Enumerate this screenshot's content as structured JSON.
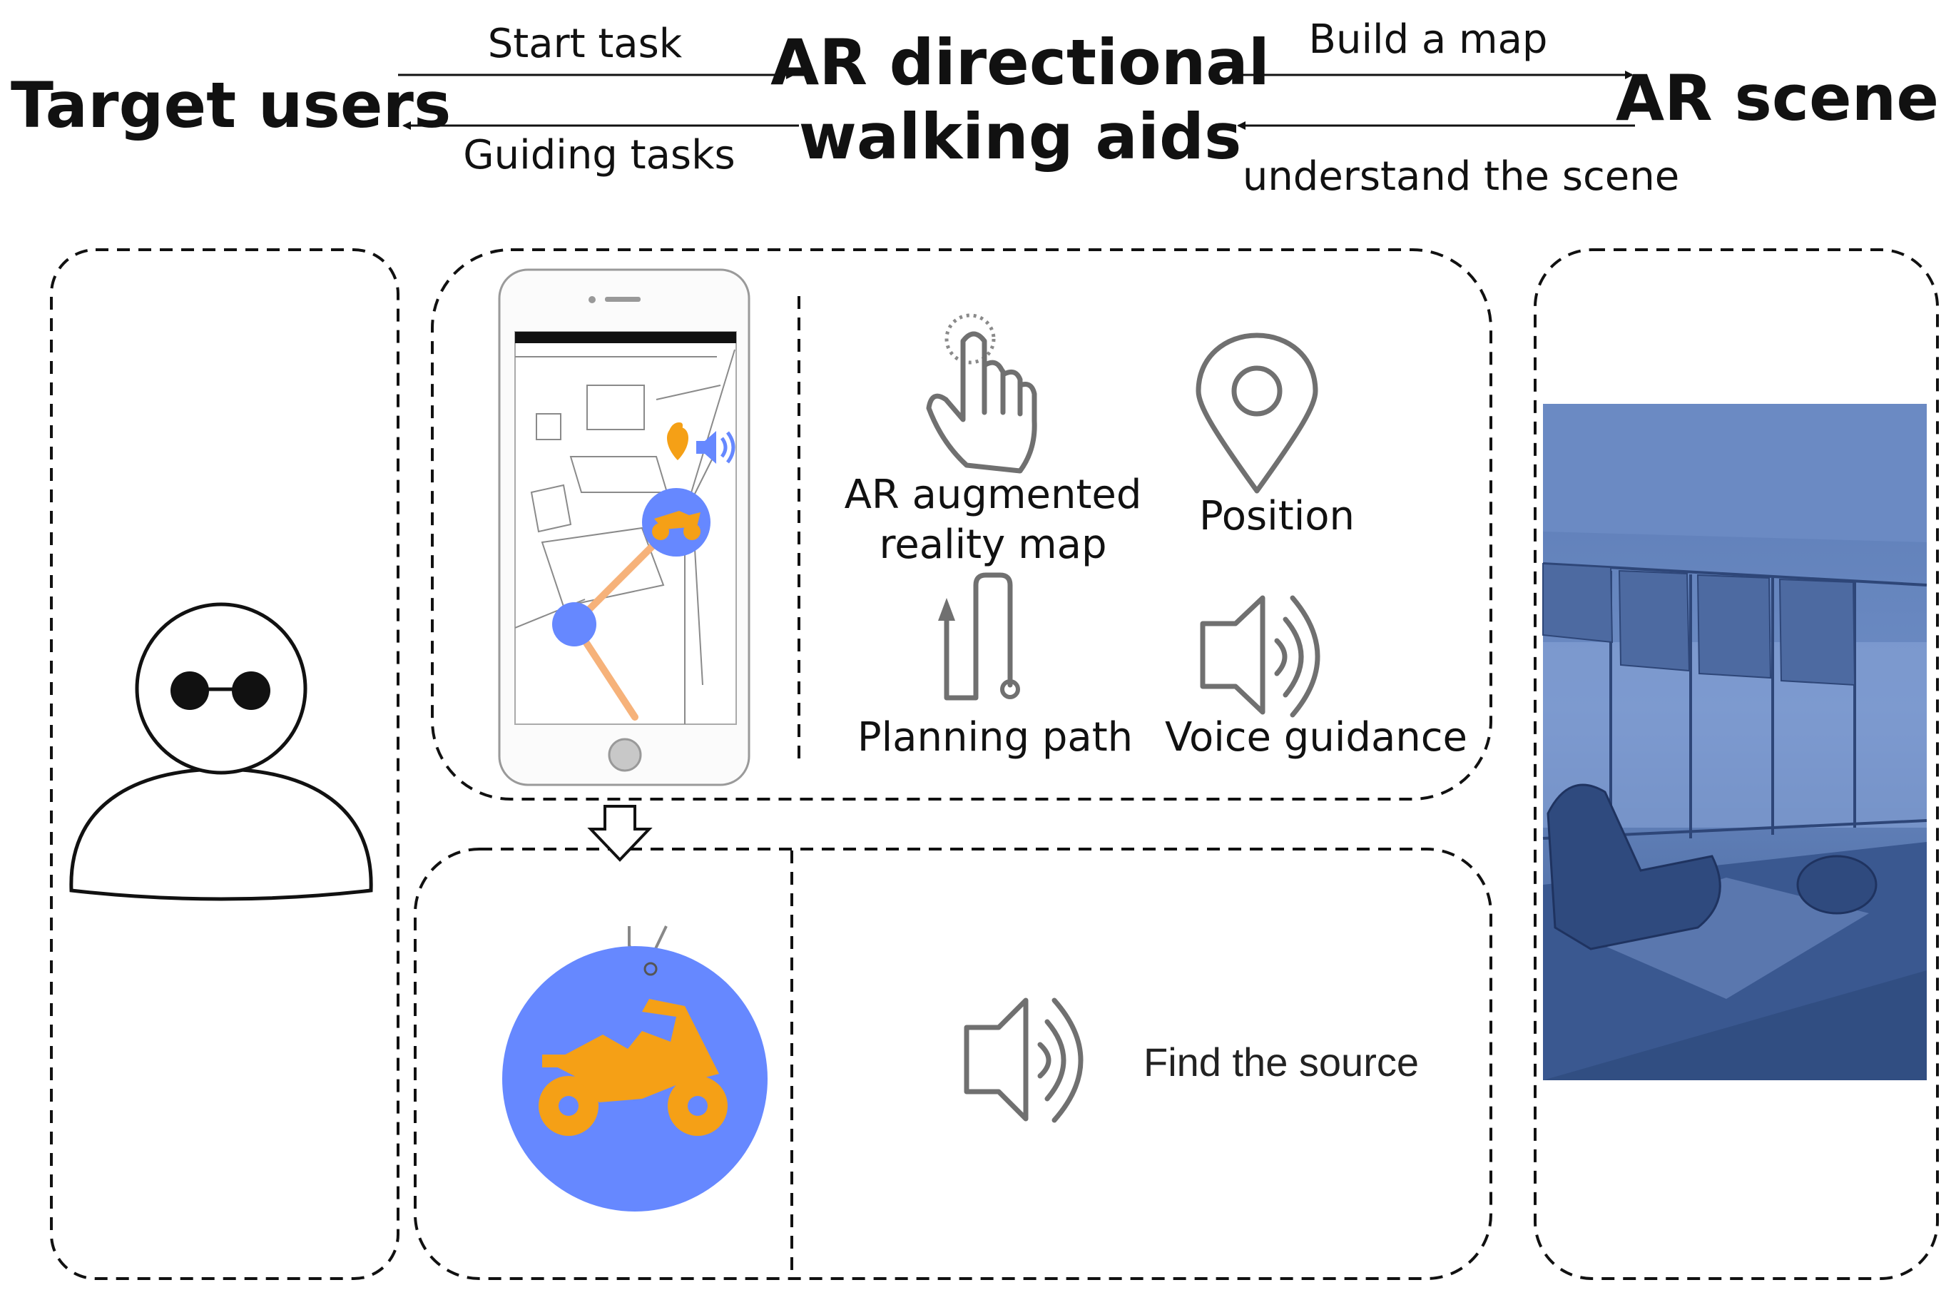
{
  "header": {
    "left_title": "Target users",
    "center_title_line1": "AR directional",
    "center_title_line2": "walking aids",
    "right_title": "AR scene",
    "arrow_start_task": "Start task",
    "arrow_guiding_tasks": "Guiding tasks",
    "arrow_build_map": "Build a map",
    "arrow_understand_scene": "understand the scene"
  },
  "features": {
    "ar_map_line1": "AR augmented",
    "ar_map_line2": "reality map",
    "position": "Position",
    "planning_path": "Planning path",
    "voice_guidance": "Voice guidance"
  },
  "device": {
    "find_source": "Find the source"
  },
  "colors": {
    "accent_blue": "#6688ff",
    "accent_orange": "#f5a016",
    "scene_blue": "#4f6fa6",
    "icon_gray": "#707070"
  }
}
